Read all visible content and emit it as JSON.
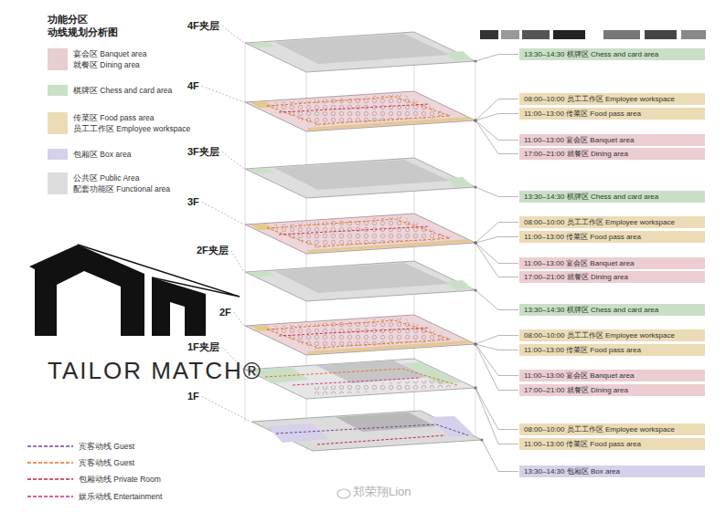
{
  "diagram": {
    "title": "功能分区 动线规划分析图",
    "nodes": [
      {
        "text": [
          "13:30–14:30 棋牌区 Chess and card area"
        ]
      },
      {
        "text": [
          "08:00–10:00 员工工作区 Employee workspace"
        ]
      },
      {
        "text": [
          "11:00–13:00 传菜区 Food pass area"
        ]
      },
      {
        "text": [
          "11:00–13:00 宴会区 Banquet area"
        ]
      },
      {
        "text": [
          "17:00–21:00 就餐区 Dining area"
        ]
      },
      {
        "text": [
          "13:30–14:30 棋牌区 Chess and card area"
        ]
      },
      {
        "text": [
          "08:00–10:00 员工工作区 Employee workspace"
        ]
      },
      {
        "text": [
          "11:00–13:00 传菜区 Food pass area"
        ]
      },
      {
        "text": [
          "11:00–13:00 宴会区 Banquet area"
        ]
      },
      {
        "text": [
          "17:00–21:00 就餐区 Dining area"
        ]
      },
      {
        "text": [
          "13:30–14:30 棋牌区 Chess and card area"
        ]
      },
      {
        "text": [
          "08:00–10:00 员工工作区 Employee workspace"
        ]
      },
      {
        "text": [
          "11:00–13:00 传菜区 Food pass area"
        ]
      },
      {
        "text": [
          "11:00–13:00 宴会区 Banquet area"
        ]
      },
      {
        "text": [
          "17:00–21:00 就餐区 Dining area"
        ]
      },
      {
        "text": [
          "08:00–10:00 员工工作区 Employee workspace"
        ]
      },
      {
        "text": [
          "11:00–13:00 传菜区 Food pass area"
        ]
      },
      {
        "text": [
          "13:30–14:30 包厢区 Box area"
        ]
      }
    ],
    "labels": [
      "4F夹层",
      "4F",
      "3F夹层",
      "3F",
      "2F夹层",
      "2F",
      "1F夹层",
      "1F",
      "TAILOR MATCH®",
      "郑荣翔Lion"
    ],
    "legend": [
      {
        "text": "宴会区 Banquet area",
        "color": "#e8cdd1"
      },
      {
        "text": "就餐区 Dining area",
        "color": "#e8cdd1"
      },
      {
        "text": "棋牌区 Chess and card area",
        "color": "#c9e0c6"
      },
      {
        "text": "传菜区 Food pass area",
        "color": "#ecdcb6"
      },
      {
        "text": "员工工作区 Employee workspace",
        "color": "#ecdcb6"
      },
      {
        "text": "包厢区 Box area",
        "color": "#d5d1ea"
      },
      {
        "text": "公共区 Public Area",
        "color": "#dcdcdc"
      },
      {
        "text": "配套功能区 Functional area",
        "color": "#dcdcdc"
      },
      {
        "text": "宾客动线 Guest"
      },
      {
        "text": "宾客动线 Guest"
      },
      {
        "text": "包厢动线 Private Room"
      },
      {
        "text": "娱乐动线 Entertainment"
      }
    ]
  }
}
